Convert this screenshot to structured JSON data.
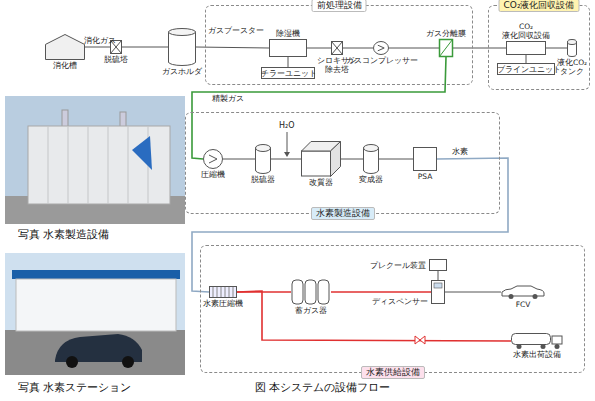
{
  "diagram": {
    "caption": "図 本システムの設備フロー",
    "nodes": [
      {
        "text": [
          "消化槽"
        ]
      },
      {
        "text": [
          "脱硫塔"
        ]
      },
      {
        "text": [
          "ガスホルダ"
        ]
      },
      {
        "text": [
          "前処理設備"
        ]
      },
      {
        "text": [
          "除湿機"
        ],
        "in": 3
      },
      {
        "text": [
          "チラーユニット"
        ],
        "in": 3
      },
      {
        "text": [
          "シロキサン 除去塔"
        ],
        "in": 3
      },
      {
        "text": [
          "ガスコンプレッサー"
        ],
        "in": 3
      },
      {
        "text": [
          "ガス分離膜"
        ],
        "in": 3
      },
      {
        "text": [
          "CO₂液化回収設備"
        ]
      },
      {
        "text": [
          "CO₂ 液化回収設備"
        ],
        "in": 9
      },
      {
        "text": [
          "ブラインユニット"
        ],
        "in": 9
      },
      {
        "text": [
          "液化CO₂ タンク"
        ],
        "in": 9
      },
      {
        "text": [
          "水素製造設備"
        ]
      },
      {
        "text": [
          "圧縮機"
        ],
        "in": 13
      },
      {
        "text": [
          "脱硫器"
        ],
        "in": 13
      },
      {
        "text": [
          "改質器"
        ],
        "in": 13
      },
      {
        "text": [
          "変成器"
        ],
        "in": 13
      },
      {
        "text": [
          "PSA"
        ],
        "in": 13
      },
      {
        "text": [
          "水素供給設備"
        ]
      },
      {
        "text": [
          "水素圧縮機"
        ],
        "in": 19
      },
      {
        "text": [
          "蓄ガス器"
        ],
        "in": 19
      },
      {
        "text": [
          "プレクール装置"
        ],
        "in": 19
      },
      {
        "text": [
          "ディスペンサー"
        ],
        "in": 19
      },
      {
        "text": [
          "FCV"
        ],
        "in": 19
      },
      {
        "text": [
          "水素出荷設備"
        ],
        "in": 19
      }
    ],
    "edges": [
      {
        "from": 0,
        "to": 1,
        "arrow": "none",
        "label": "消化ガス"
      },
      {
        "from": 1,
        "to": 2,
        "arrow": "none"
      },
      {
        "from": 2,
        "to": 4,
        "arrow": "none"
      },
      {
        "from": 4,
        "to": 5,
        "arrow": "none"
      },
      {
        "from": 4,
        "to": 6,
        "arrow": "none"
      },
      {
        "from": 6,
        "to": 7,
        "arrow": "none"
      },
      {
        "from": 7,
        "to": 8,
        "arrow": "none"
      },
      {
        "from": 8,
        "to": 10,
        "arrow": "none"
      },
      {
        "from": 10,
        "to": 11,
        "arrow": "none"
      },
      {
        "from": 10,
        "to": 12,
        "arrow": "none"
      },
      {
        "from": 8,
        "to": 14,
        "arrow": "none",
        "label": "精製ガス"
      },
      {
        "from": 14,
        "to": 15,
        "arrow": "none"
      },
      {
        "from": 15,
        "to": 16,
        "arrow": "none"
      },
      {
        "from": 16,
        "to": 17,
        "arrow": "none"
      },
      {
        "from": 17,
        "to": 18,
        "arrow": "none"
      },
      {
        "from": 18,
        "to": 20,
        "arrow": "none",
        "label": "水素"
      },
      {
        "from": 20,
        "to": 21,
        "arrow": "none"
      },
      {
        "from": 21,
        "to": 23,
        "arrow": "none"
      },
      {
        "from": 22,
        "to": 23,
        "arrow": "none"
      },
      {
        "from": 23,
        "to": 24,
        "arrow": "none"
      },
      {
        "from": 20,
        "to": 25,
        "arrow": "none"
      }
    ],
    "labels": [
      "ガスブースター",
      "H₂O",
      "写真 水素製造設備",
      "写真 水素ステーション"
    ]
  }
}
